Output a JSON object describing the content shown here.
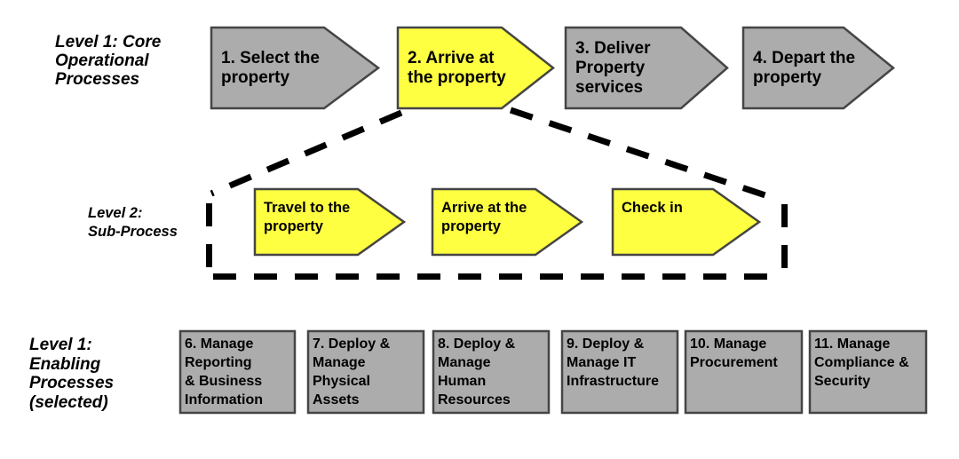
{
  "colors": {
    "step_gray": "#ACACAC",
    "highlight_yellow": "#FFFF42",
    "border_color": "#454545",
    "dash_color": "#000000"
  },
  "rows": {
    "core": {
      "label": "Level 1: Core\nOperational\nProcesses",
      "steps": [
        {
          "label": "1. Select the\nproperty",
          "highlighted": false
        },
        {
          "label": "2. Arrive at\nthe property",
          "highlighted": true
        },
        {
          "label": "3. Deliver\nProperty\nservices",
          "highlighted": false
        },
        {
          "label": "4. Depart the\nproperty",
          "highlighted": false
        }
      ]
    },
    "sub": {
      "label": "Level 2:\nSub-Process",
      "steps": [
        {
          "label": "Travel to the\nproperty"
        },
        {
          "label": "Arrive at the\nproperty"
        },
        {
          "label": "Check in"
        }
      ]
    },
    "enabling": {
      "label": "Level 1:\nEnabling\nProcesses\n(selected)",
      "steps": [
        {
          "label": "6. Manage\nReporting\n& Business\nInformation"
        },
        {
          "label": "7. Deploy &\nManage\nPhysical\nAssets"
        },
        {
          "label": "8. Deploy &\nManage\nHuman\nResources"
        },
        {
          "label": "9. Deploy &\nManage IT\nInfrastructure"
        },
        {
          "label": "10. Manage\nProcurement"
        },
        {
          "label": "11. Manage\nCompliance &\nSecurity"
        }
      ]
    }
  }
}
